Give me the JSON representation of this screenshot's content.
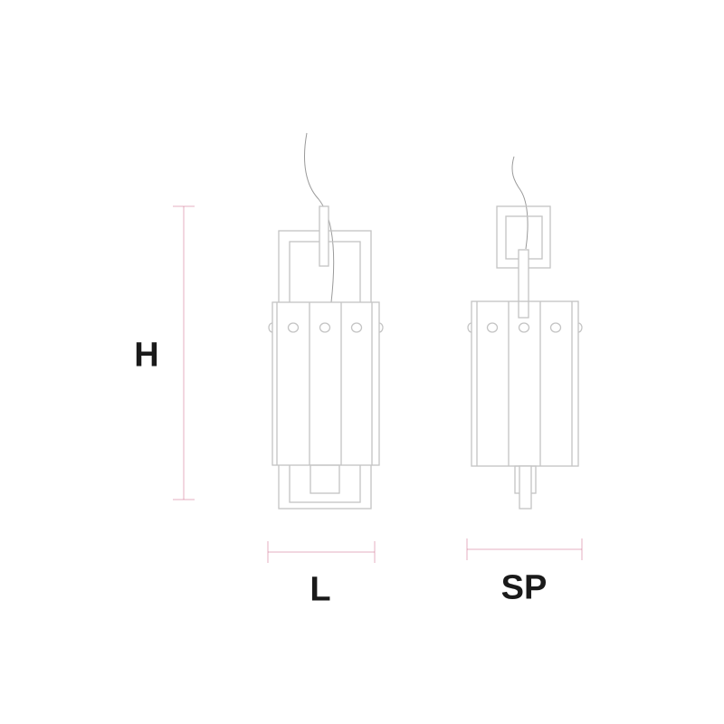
{
  "dimensions": {
    "height_label": "H",
    "length_label": "L",
    "depth_label": "SP"
  },
  "views": [
    "front-view",
    "side-view"
  ]
}
